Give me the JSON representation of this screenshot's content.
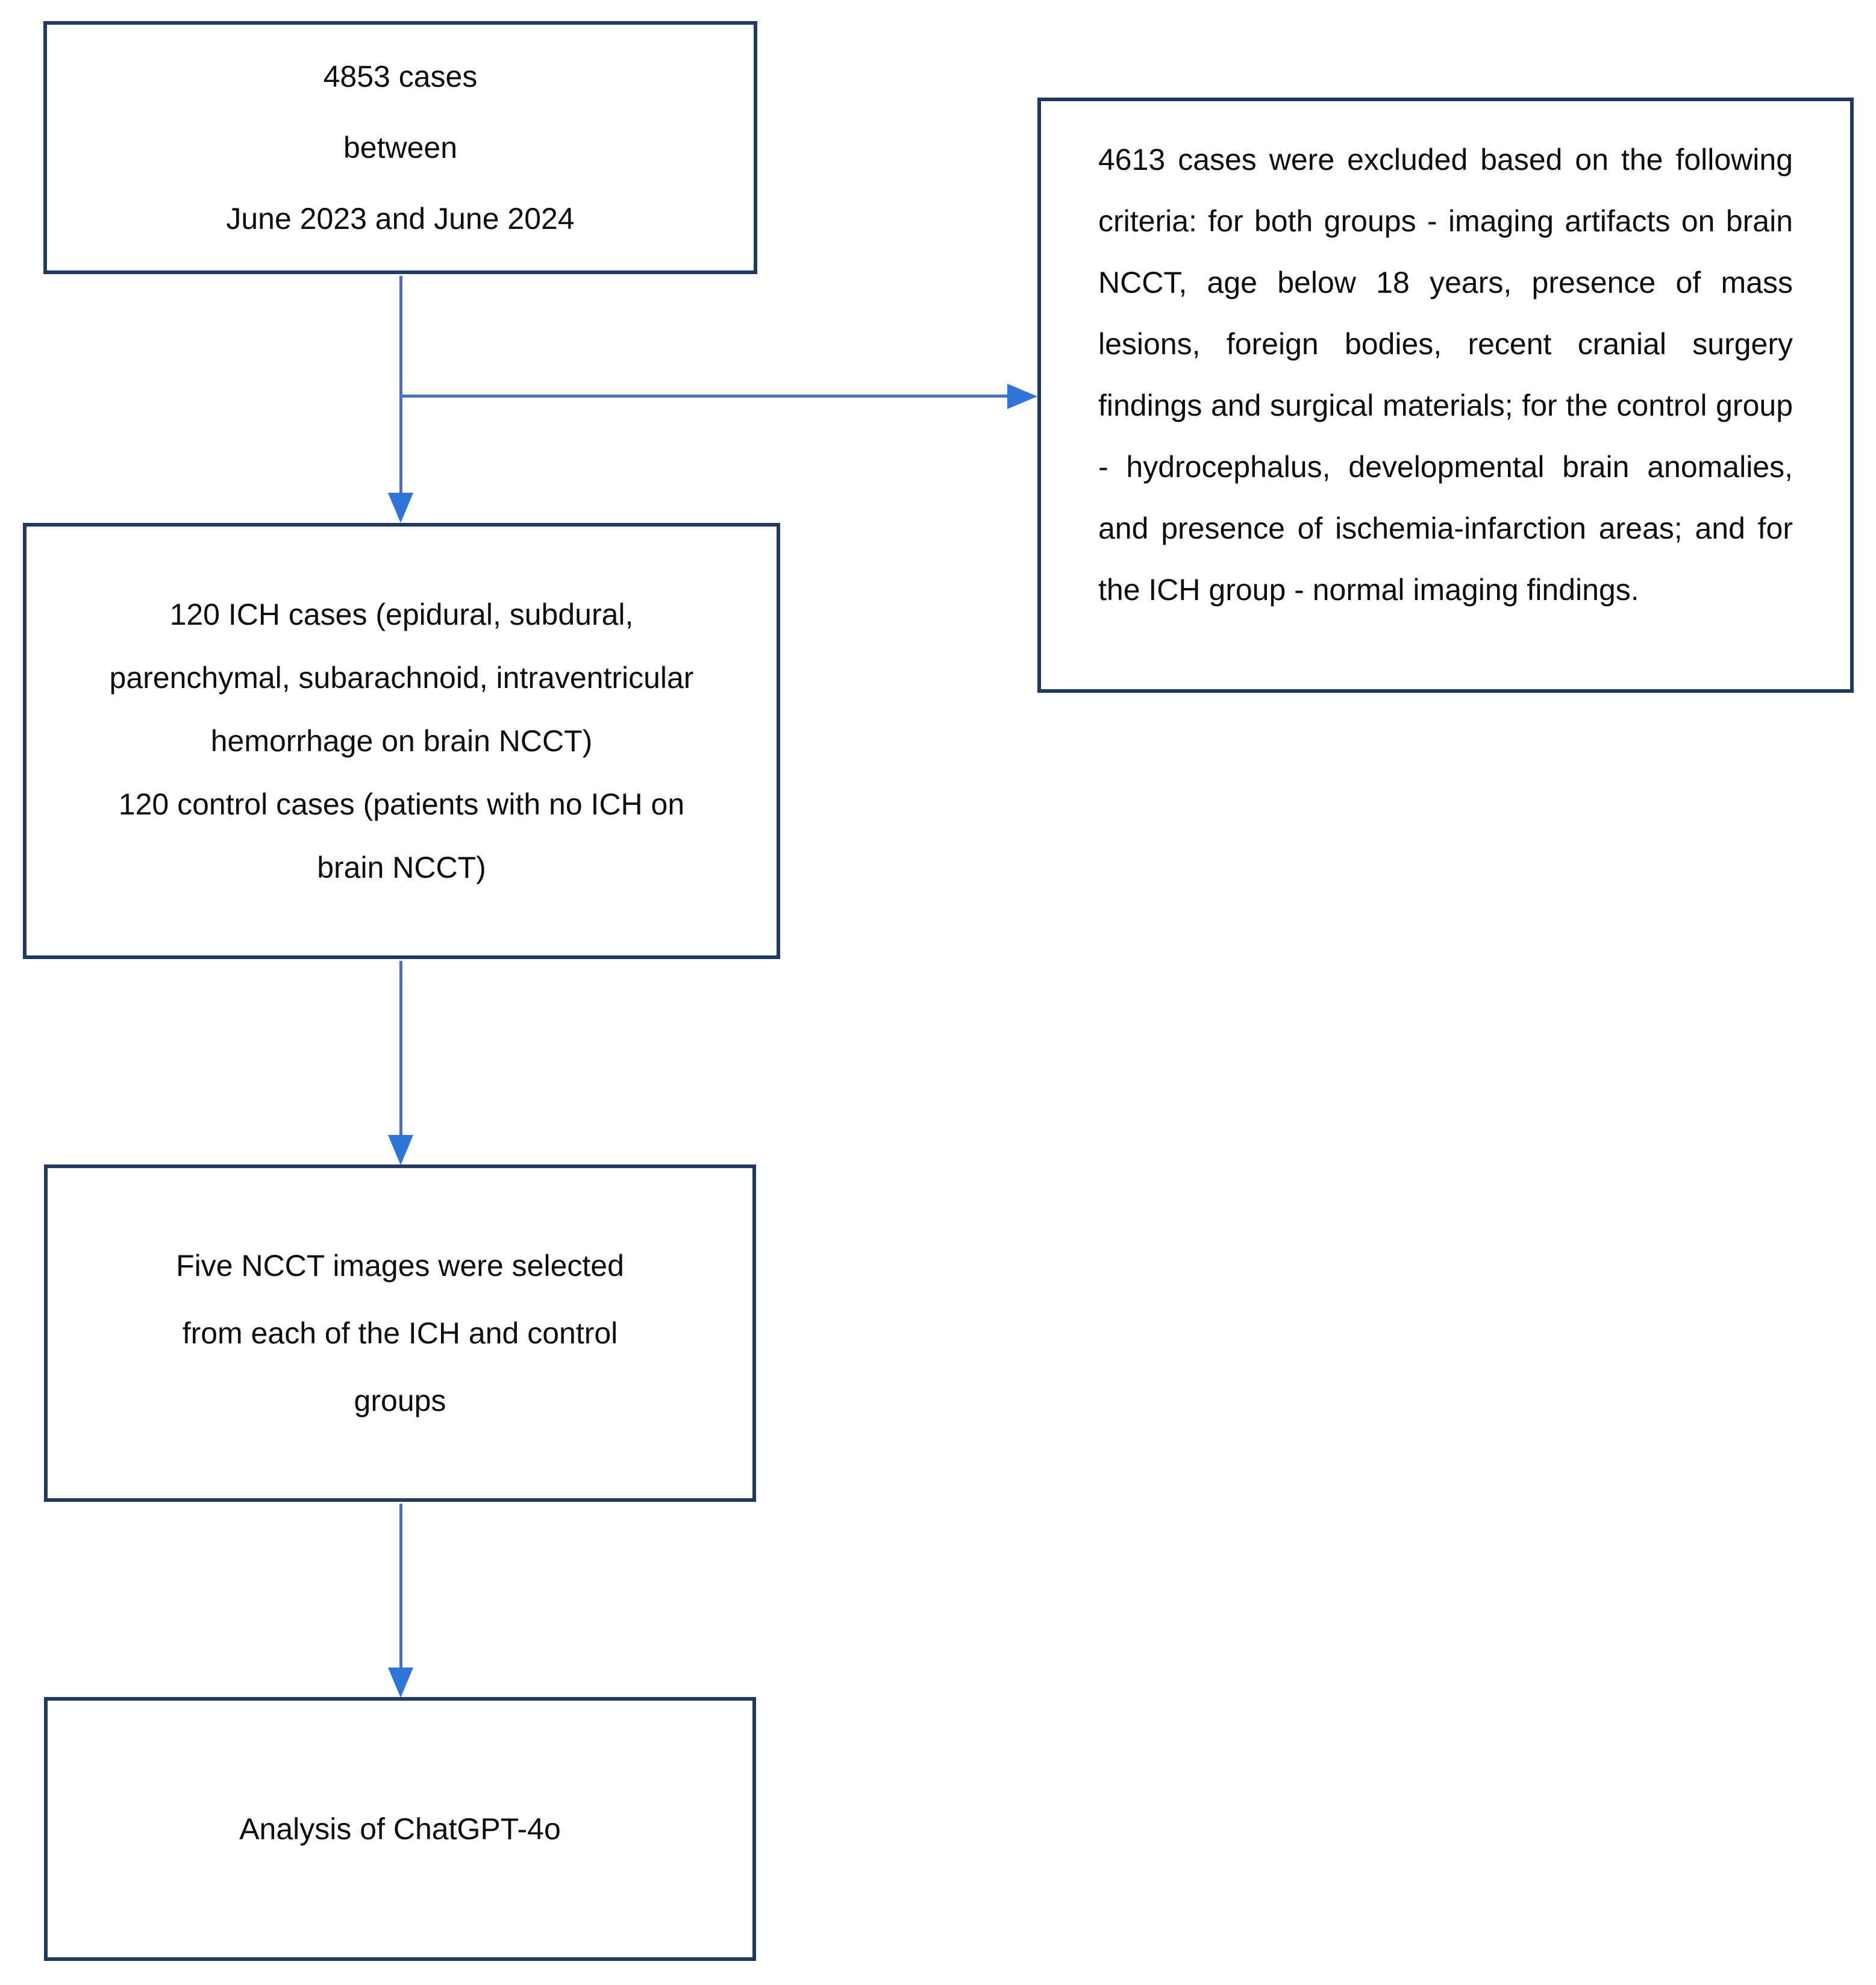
{
  "colors": {
    "box_border": "#1F3864",
    "arrow_line": "#4472C4",
    "arrow_head": "#2E74D9",
    "text": "#0D0D0D",
    "background": "#FFFFFF"
  },
  "flowchart": {
    "start_box": {
      "lines": [
        "4853 cases",
        "between",
        "June 2023 and June 2024"
      ]
    },
    "exclusion_box": {
      "text": "4613 cases were excluded based on the following criteria: for both groups - imaging artifacts on brain NCCT, age below 18 years, presence of mass lesions, foreign bodies, recent cranial surgery findings and surgical materials; for the control group - hydrocephalus, developmental brain anomalies, and presence of ischemia-infarction areas; and for the ICH group - normal imaging findings."
    },
    "cohort_box": {
      "paragraphs": [
        "120 ICH cases (epidural, subdural, parenchymal, subarachnoid, intraventricular hemorrhage on brain NCCT)",
        "120 control cases (patients with no ICH on brain NCCT)"
      ]
    },
    "selection_box": {
      "text": "Five NCCT images were selected from each of the ICH and control groups"
    },
    "analysis_box": {
      "text": "Analysis of ChatGPT-4o"
    }
  }
}
